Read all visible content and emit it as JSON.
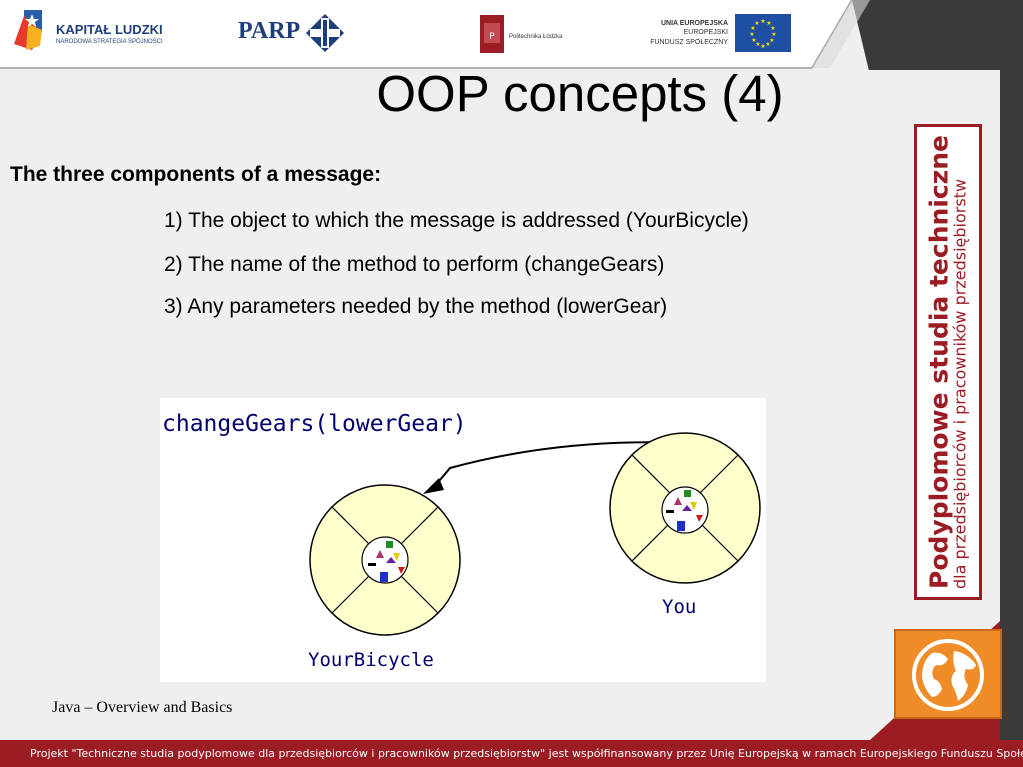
{
  "header": {
    "kapital_title": "KAPITAŁ LUDZKI",
    "kapital_sub": "NARODOWA STRATEGIA SPÓJNOŚCI",
    "parp": "PARP",
    "politechnika": "Politechnika Łódzka",
    "ue_line1": "UNIA EUROPEJSKA",
    "ue_line2": "EUROPEJSKI",
    "ue_line3": "FUNDUSZ SPOŁECZNY"
  },
  "slide": {
    "title": "OOP concepts (4)",
    "subtitle": "The three components of a message:",
    "components": [
      "1) The object to which the message is addressed (YourBicycle)",
      "2) The name of the method to perform (changeGears)",
      "3) Any parameters needed by the method (lowerGear)"
    ]
  },
  "diagram": {
    "message_label": "changeGears(lowerGear)",
    "object_left_label": "YourBicycle",
    "object_right_label": "You"
  },
  "side_badge": {
    "line1": "Podyplomowe studia techniczne",
    "line2": "dla przedsiębiorców i pracowników przedsiębiorstw"
  },
  "footer": {
    "left": "Java – Overview and Basics",
    "bar_text": "Projekt \"Techniczne studia podyplomowe dla przedsiębiorców i pracowników przedsiębiorstw\" jest współfinansowany przez Unię Europejską w ramach Europejskiego Funduszu Społecznego."
  },
  "colors": {
    "brand_red": "#9c1c24",
    "header_dark": "#3a3a3a",
    "orange": "#f08c28"
  }
}
